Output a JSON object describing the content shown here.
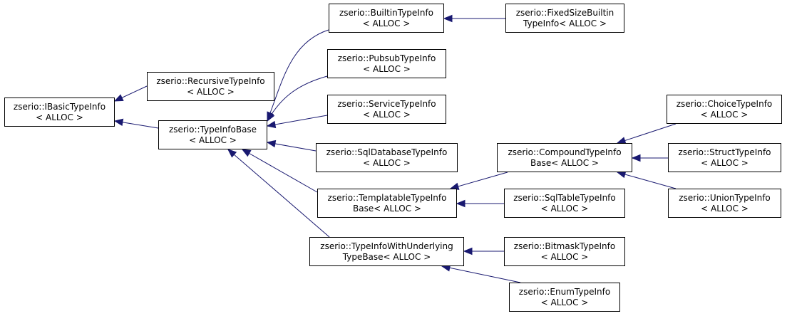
{
  "nodes": {
    "ibasic": {
      "line1": "zserio::IBasicTypeInfo",
      "line2": "< ALLOC >"
    },
    "recursive": {
      "line1": "zserio::RecursiveTypeInfo",
      "line2": "< ALLOC >"
    },
    "typeinfobase": {
      "line1": "zserio::TypeInfoBase",
      "line2": "< ALLOC >"
    },
    "builtin": {
      "line1": "zserio::BuiltinTypeInfo",
      "line2": "< ALLOC >"
    },
    "fixedsize": {
      "line1": "zserio::FixedSizeBuiltin",
      "line2": "TypeInfo< ALLOC >"
    },
    "pubsub": {
      "line1": "zserio::PubsubTypeInfo",
      "line2": "< ALLOC >"
    },
    "service": {
      "line1": "zserio::ServiceTypeInfo",
      "line2": "< ALLOC >"
    },
    "sqldatabase": {
      "line1": "zserio::SqlDatabaseTypeInfo",
      "line2": "< ALLOC >"
    },
    "templatable": {
      "line1": "zserio::TemplatableTypeInfo",
      "line2": "Base< ALLOC >"
    },
    "underlying": {
      "line1": "zserio::TypeInfoWithUnderlying",
      "line2": "TypeBase< ALLOC >"
    },
    "compound": {
      "line1": "zserio::CompoundTypeInfo",
      "line2": "Base< ALLOC >"
    },
    "sqltable": {
      "line1": "zserio::SqlTableTypeInfo",
      "line2": "< ALLOC >"
    },
    "choice": {
      "line1": "zserio::ChoiceTypeInfo",
      "line2": "< ALLOC >"
    },
    "struct": {
      "line1": "zserio::StructTypeInfo",
      "line2": "< ALLOC >"
    },
    "union": {
      "line1": "zserio::UnionTypeInfo",
      "line2": "< ALLOC >"
    },
    "bitmask": {
      "line1": "zserio::BitmaskTypeInfo",
      "line2": "< ALLOC >"
    },
    "enum": {
      "line1": "zserio::EnumTypeInfo",
      "line2": "< ALLOC >"
    }
  },
  "edges": [
    [
      "recursive",
      "ibasic"
    ],
    [
      "typeinfobase",
      "ibasic"
    ],
    [
      "builtin",
      "typeinfobase"
    ],
    [
      "pubsub",
      "typeinfobase"
    ],
    [
      "service",
      "typeinfobase"
    ],
    [
      "sqldatabase",
      "typeinfobase"
    ],
    [
      "templatable",
      "typeinfobase"
    ],
    [
      "underlying",
      "typeinfobase"
    ],
    [
      "fixedsize",
      "builtin"
    ],
    [
      "compound",
      "templatable"
    ],
    [
      "sqltable",
      "templatable"
    ],
    [
      "choice",
      "compound"
    ],
    [
      "struct",
      "compound"
    ],
    [
      "union",
      "compound"
    ],
    [
      "bitmask",
      "underlying"
    ],
    [
      "enum",
      "underlying"
    ]
  ],
  "colors": {
    "edge": "#191970",
    "border": "#000000"
  }
}
